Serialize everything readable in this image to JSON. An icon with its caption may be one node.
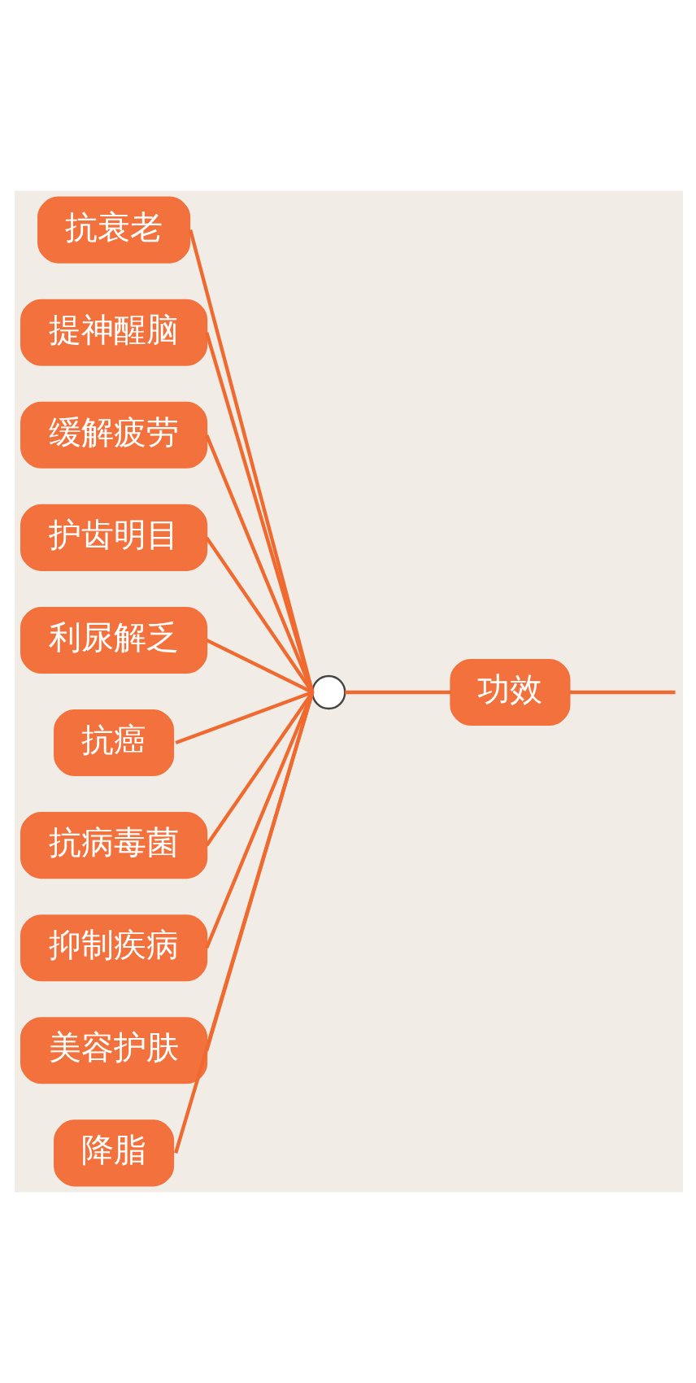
{
  "diagram": {
    "nodes": [
      {
        "text": [
          "功效"
        ]
      },
      {
        "text": [],
        "shape": "circle"
      },
      {
        "text": [
          "抗衰老"
        ]
      },
      {
        "text": [
          "提神醒脑"
        ]
      },
      {
        "text": [
          "缓解疲劳"
        ]
      },
      {
        "text": [
          "护齿明目"
        ]
      },
      {
        "text": [
          "利尿解乏"
        ]
      },
      {
        "text": [
          "抗癌"
        ]
      },
      {
        "text": [
          "抗病毒菌"
        ]
      },
      {
        "text": [
          "抑制疾病"
        ]
      },
      {
        "text": [
          "美容护肤"
        ]
      },
      {
        "text": [
          "降脂"
        ]
      }
    ],
    "edges": [
      {
        "from": null,
        "to": 0,
        "arrow": "none"
      },
      {
        "from": 0,
        "to": 1,
        "arrow": "none"
      },
      {
        "from": 1,
        "to": 2,
        "arrow": "none"
      },
      {
        "from": 1,
        "to": 3,
        "arrow": "none"
      },
      {
        "from": 1,
        "to": 4,
        "arrow": "none"
      },
      {
        "from": 1,
        "to": 5,
        "arrow": "none"
      },
      {
        "from": 1,
        "to": 6,
        "arrow": "none"
      },
      {
        "from": 1,
        "to": 7,
        "arrow": "none"
      },
      {
        "from": 1,
        "to": 8,
        "arrow": "none"
      },
      {
        "from": 1,
        "to": 9,
        "arrow": "none"
      },
      {
        "from": 1,
        "to": 10,
        "arrow": "none"
      },
      {
        "from": 1,
        "to": 11,
        "arrow": "none"
      }
    ]
  }
}
